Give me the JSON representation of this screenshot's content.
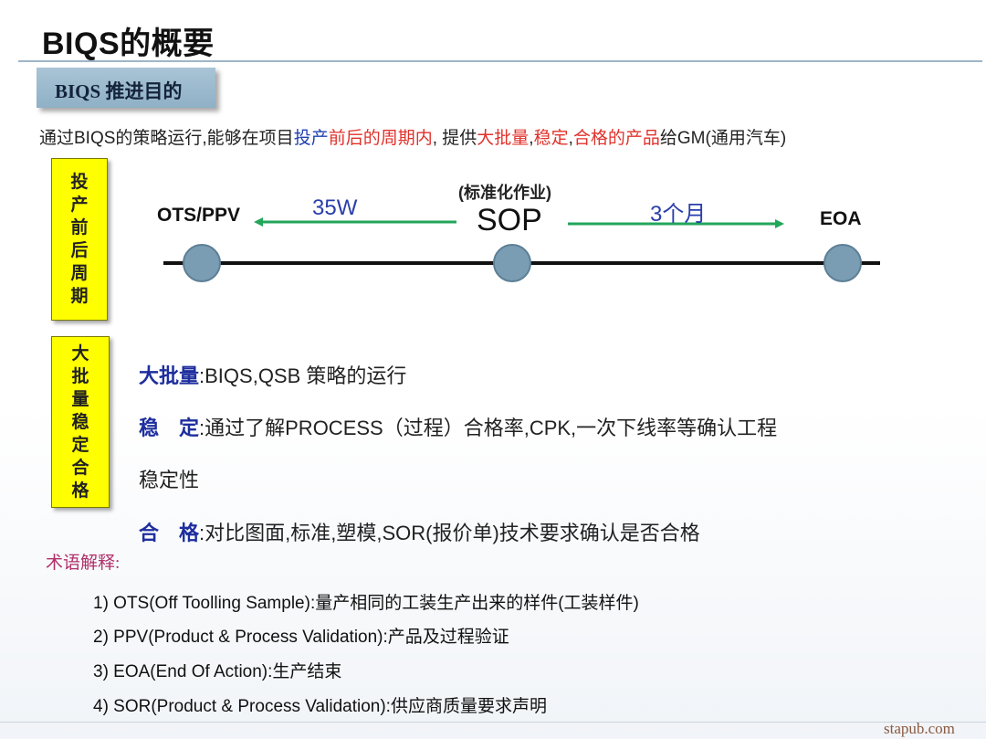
{
  "title": "BIQS的概要",
  "section_label": "BIQS 推进目的",
  "intro": {
    "p1": "通过BIQS的策略运行,能够在项目",
    "p2": "投产",
    "p3": "前后的周期内",
    "p4": ", 提供",
    "p5": "大批量",
    "p6": ",",
    "p7": "稳定",
    "p8": ",",
    "p9": "合格的产品",
    "p10": "给GM(通用汽车)"
  },
  "side_box_1": [
    "投",
    "产",
    "前",
    "后",
    "周",
    "期"
  ],
  "side_box_2": [
    "大",
    "批",
    "量",
    "稳",
    "定",
    "合",
    "格"
  ],
  "timeline": {
    "left_label": "OTS/PPV",
    "right_label": "EOA",
    "center_label": "SOP",
    "center_note": "(标准化作业)",
    "left_duration": "35W",
    "right_duration": "3个月"
  },
  "definitions": {
    "d1_term": "大批量",
    "d1_text": ":BIQS,QSB 策略的运行",
    "d2_term": "稳　定",
    "d2_text": ":通过了解PROCESS（过程）合格率,CPK,一次下线率等确认工程",
    "d2_cont": "稳定性",
    "d3_term": "合　格",
    "d3_text": ":对比图面,标准,塑模,SOR(报价单)技术要求确认是否合格"
  },
  "glossary_title": "术语解释:",
  "glossary": [
    "1) OTS(Off Toolling Sample):量产相同的工装生产出来的样件(工装样件)",
    "2) PPV(Product & Process Validation):产品及过程验证",
    "3) EOA(End Of Action):生产结束",
    "4) SOR(Product & Process Validation):供应商质量要求声明"
  ],
  "watermark": "stapub.com",
  "colors": {
    "accent_red": "#e0322c",
    "accent_blue": "#2040b0",
    "arrow_green": "#22a65a",
    "node_fill": "#7a9db4",
    "highlight_yellow": "#ffff00"
  }
}
